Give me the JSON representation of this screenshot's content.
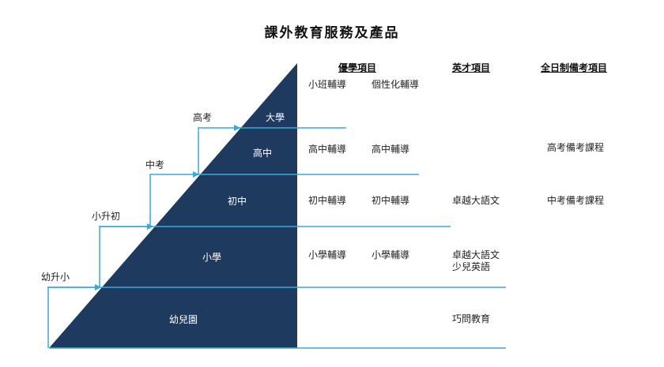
{
  "title": "課外教育服務及產品",
  "headers": {
    "col1": "優學項目",
    "col2": "英才項目",
    "col3": "全日制備考項目"
  },
  "levels": {
    "university": "大學",
    "senior": "高中",
    "junior": "初中",
    "primary": "小學",
    "kindergarten": "幼兒園"
  },
  "transitions": {
    "gaokao": "高考",
    "zhongkao": "中考",
    "xiaoshengchu": "小升初",
    "youshengxiao": "幼升小"
  },
  "rows": {
    "top": {
      "c1a": "小班輔導",
      "c1b": "個性化輔導"
    },
    "senior": {
      "c1a": "高中輔導",
      "c1b": "高中輔導",
      "c3": "高考備考課程"
    },
    "junior": {
      "c1a": "初中輔導",
      "c1b": "初中輔導",
      "c2": "卓越大語文",
      "c3": "中考備考課程"
    },
    "primary": {
      "c1a": "小學輔導",
      "c1b": "小學輔導",
      "c2a": "卓越大語文",
      "c2b": "少兒英語"
    },
    "kindergarten": {
      "c2": "巧問教育"
    }
  },
  "colors": {
    "navy": "#1f3a5f",
    "cyan": "#3aa9d6"
  }
}
